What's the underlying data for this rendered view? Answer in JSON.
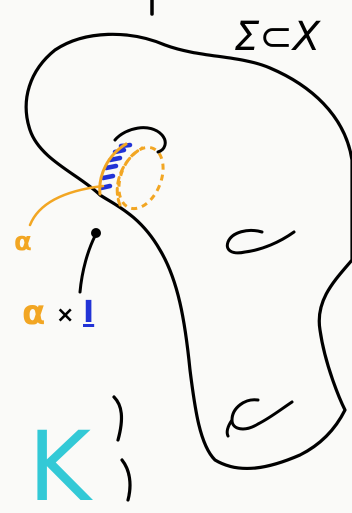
{
  "labels": {
    "sigma_subset_x": "Σ⊂X",
    "alpha": "α",
    "alpha_times_prefix": "α",
    "times_sign": "×",
    "interval": "I",
    "k": "K"
  },
  "colors": {
    "ink": "#000000",
    "orange": "#f2a623",
    "blue": "#2233d6",
    "cyan": "#33c9d6",
    "background": "#fafaf8"
  }
}
